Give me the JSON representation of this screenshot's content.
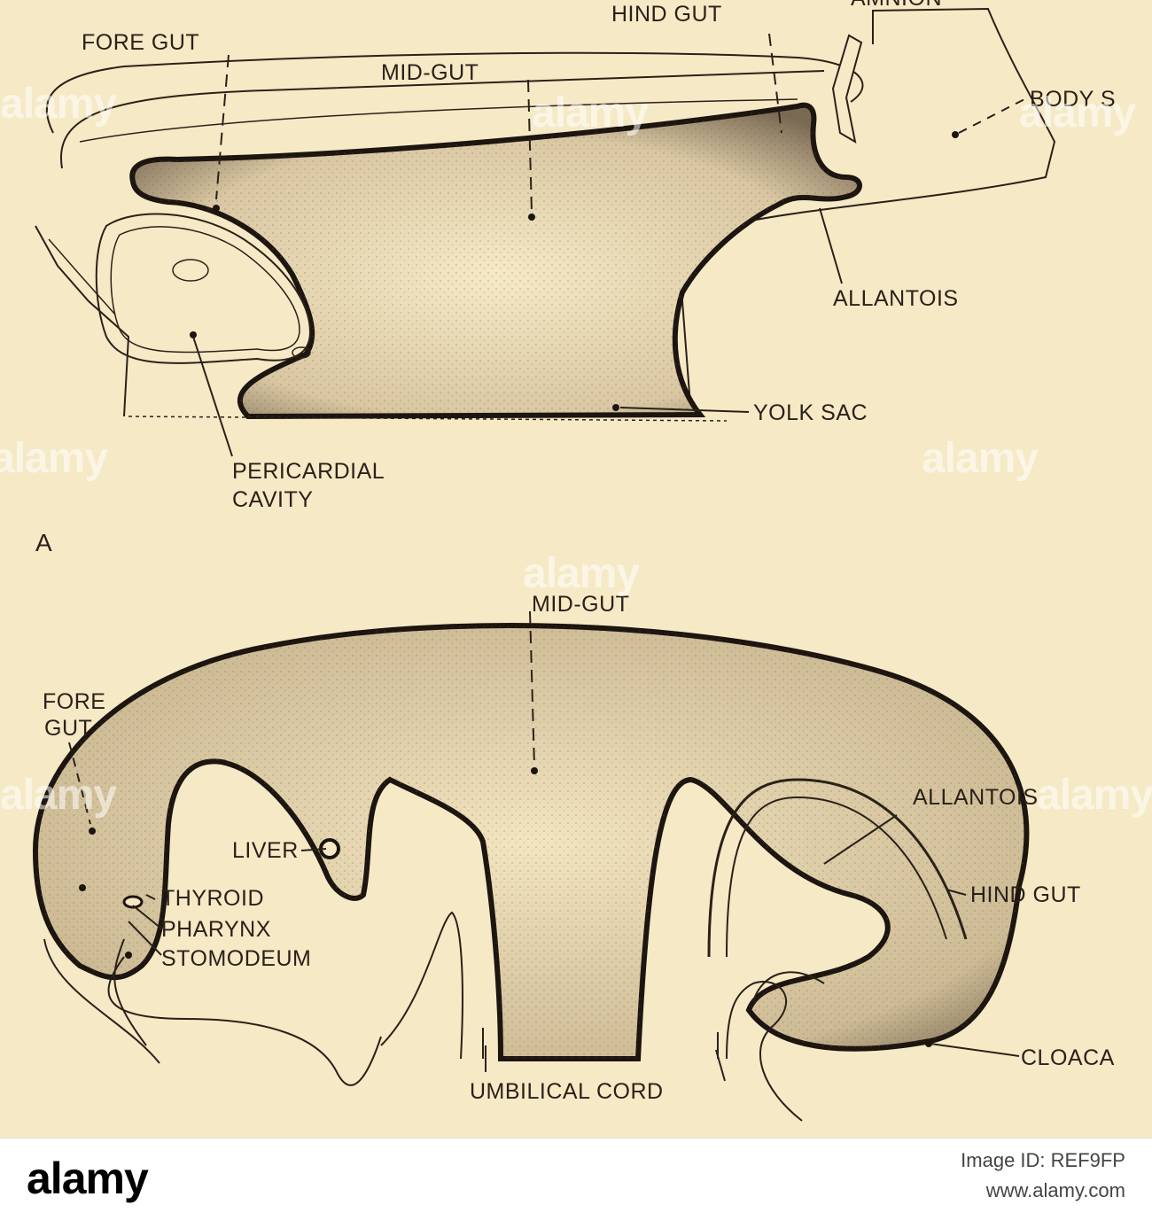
{
  "diagram": {
    "panel_a": {
      "letter": "A",
      "labels": {
        "fore_gut": "FORE GUT",
        "mid_gut": "MID-GUT",
        "hind_gut": "HIND GUT",
        "amnion": "AMNION",
        "body_stalk": "BODY S",
        "allantois": "ALLANTOIS",
        "yolk_sac": "YOLK SAC",
        "pericardial_1": "PERICARDIAL",
        "pericardial_2": "CAVITY"
      }
    },
    "panel_b": {
      "labels": {
        "mid_gut": "MID-GUT",
        "fore_1": "FORE",
        "fore_2": "GUT",
        "liver": "LIVER",
        "thyroid": "THYROID",
        "pharynx": "PHARYNX",
        "stomodeum": "STOMODEUM",
        "allantois": "ALLANTOIS",
        "hind_gut": "HIND GUT",
        "cloaca": "CLOACA",
        "umbilical_cord": "UMBILICAL CORD"
      }
    }
  },
  "watermark": {
    "text": "alamy"
  },
  "footer": {
    "logo": "alamy",
    "image_id_line": "Image ID: REF9FP",
    "url": "www.alamy.com"
  }
}
